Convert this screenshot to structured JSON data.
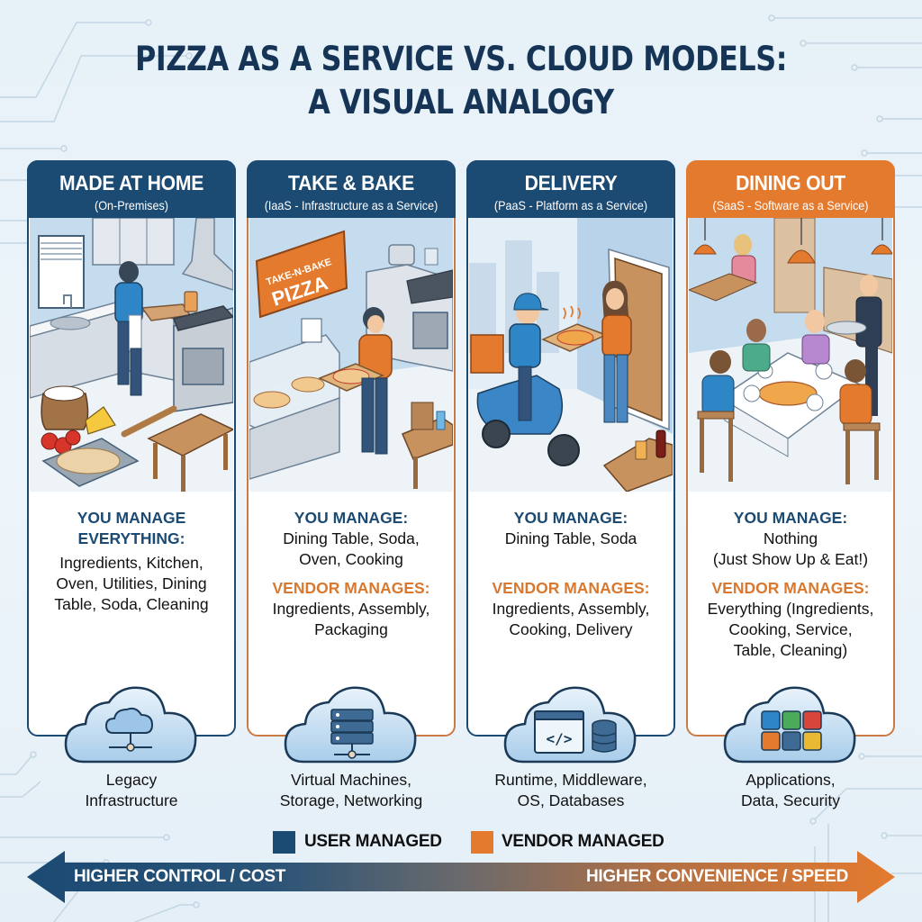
{
  "title": {
    "line1": "PIZZA AS A SERVICE VS. CLOUD MODELS:",
    "line2": "A VISUAL ANALOGY"
  },
  "colors": {
    "user_managed": "#1b4a73",
    "vendor_managed": "#e47a2e",
    "title": "#163556",
    "background": "#e8f2f9"
  },
  "columns": [
    {
      "title": "MADE AT HOME",
      "subtitle": "(On-Premises)",
      "header_color": "#1b4a73",
      "border_color": "#1b4a73",
      "illustration": "home-kitchen-scene",
      "you_manage_label": "YOU MANAGE EVERYTHING:",
      "you_manage_line1": "YOU MANAGE",
      "you_manage_line2": "EVERYTHING:",
      "you_manage_text": [
        "Ingredients, Kitchen,",
        "Oven, Utilities, Dining",
        "Table, Soda, Cleaning"
      ],
      "vendor_manages_label": "",
      "vendor_manages_text": [],
      "cloud_icon": "cloud-network-icon",
      "cloud_caption": [
        "Legacy",
        "Infrastructure"
      ]
    },
    {
      "title": "TAKE & BAKE",
      "subtitle": "(IaaS - Infrastructure as a Service)",
      "header_color": "#1b4a73",
      "border_color": "#c97a45",
      "illustration": "take-n-bake-store-scene",
      "sign_text_1": "TAKE-N-BAKE",
      "sign_text_2": "PIZZA",
      "you_manage_label": "YOU MANAGE:",
      "you_manage_text": [
        "Dining Table, Soda,",
        "Oven, Cooking"
      ],
      "vendor_manages_label": "VENDOR MANAGES:",
      "vendor_manages_text": [
        "Ingredients, Assembly,",
        "Packaging"
      ],
      "cloud_icon": "server-rack-icon",
      "cloud_caption": [
        "Virtual Machines,",
        "Storage, Networking"
      ]
    },
    {
      "title": "DELIVERY",
      "subtitle": "(PaaS - Platform as a Service)",
      "header_color": "#1b4a73",
      "border_color": "#1b4a73",
      "illustration": "pizza-delivery-scene",
      "you_manage_label": "YOU MANAGE:",
      "you_manage_text": [
        "Dining Table, Soda"
      ],
      "vendor_manages_label": "VENDOR MANAGES:",
      "vendor_manages_text": [
        "Ingredients, Assembly,",
        "Cooking, Delivery"
      ],
      "cloud_icon": "code-database-icon",
      "cloud_caption": [
        "Runtime, Middleware,",
        "OS, Databases"
      ]
    },
    {
      "title": "DINING OUT",
      "subtitle": "(SaaS - Software as a Service)",
      "header_color": "#e47a2e",
      "border_color": "#c97a45",
      "illustration": "restaurant-dining-scene",
      "you_manage_label": "YOU MANAGE:",
      "you_manage_text": [
        "Nothing",
        "(Just Show Up & Eat!)"
      ],
      "vendor_manages_label": "VENDOR MANAGES:",
      "vendor_manages_text": [
        "Everything (Ingredients,",
        "Cooking, Service,",
        "Table, Cleaning)"
      ],
      "cloud_icon": "app-grid-icon",
      "cloud_caption": [
        "Applications,",
        "Data, Security"
      ]
    }
  ],
  "legend": {
    "user_managed": "USER MANAGED",
    "vendor_managed": "VENDOR MANAGED"
  },
  "spectrum_arrow": {
    "left_label": "HIGHER CONTROL / COST",
    "right_label": "HIGHER CONVENIENCE / SPEED"
  }
}
